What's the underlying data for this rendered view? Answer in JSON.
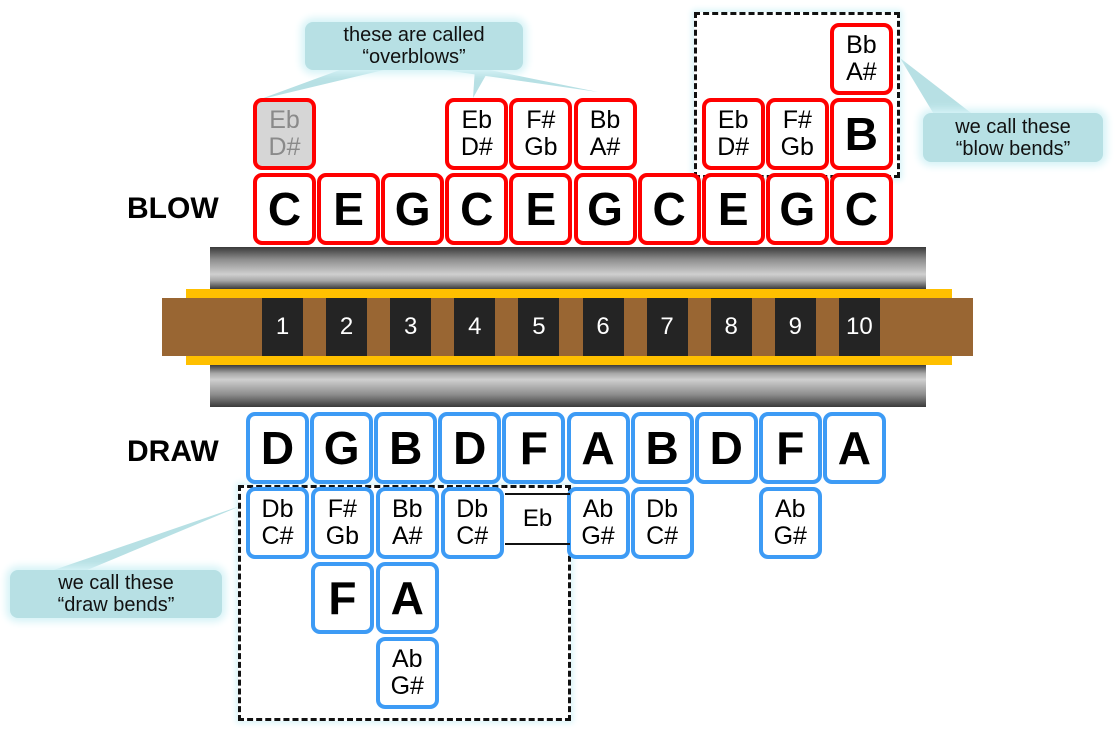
{
  "title": "Harmonica note layout (C diatonic)",
  "labels": {
    "blow": "BLOW",
    "draw": "DRAW"
  },
  "holes": [
    "1",
    "2",
    "3",
    "4",
    "5",
    "6",
    "7",
    "8",
    "9",
    "10"
  ],
  "blow": [
    "C",
    "E",
    "G",
    "C",
    "E",
    "G",
    "C",
    "E",
    "G",
    "C"
  ],
  "draw": [
    "D",
    "G",
    "B",
    "D",
    "F",
    "A",
    "B",
    "D",
    "F",
    "A"
  ],
  "overblows": [
    {
      "hole": 1,
      "text": "Eb\nD#",
      "greyed": true
    },
    {
      "hole": 4,
      "text": "Eb\nD#",
      "greyed": false
    },
    {
      "hole": 5,
      "text": "F#\nGb",
      "greyed": false
    },
    {
      "hole": 6,
      "text": "Bb\nA#",
      "greyed": false
    }
  ],
  "blow_bends": [
    {
      "hole": 8,
      "level": 1,
      "text": "Eb\nD#",
      "big": false
    },
    {
      "hole": 9,
      "level": 1,
      "text": "F#\nGb",
      "big": false
    },
    {
      "hole": 10,
      "level": 1,
      "text": "B",
      "big": true
    },
    {
      "hole": 10,
      "level": 2,
      "text": "Bb\nA#",
      "big": false
    }
  ],
  "draw_bends": [
    {
      "hole": 1,
      "level": 1,
      "text": "Db\nC#",
      "big": false
    },
    {
      "hole": 2,
      "level": 1,
      "text": "F#\nGb",
      "big": false
    },
    {
      "hole": 2,
      "level": 2,
      "text": "F",
      "big": true
    },
    {
      "hole": 3,
      "level": 1,
      "text": "Bb\nA#",
      "big": false
    },
    {
      "hole": 3,
      "level": 2,
      "text": "A",
      "big": true
    },
    {
      "hole": 3,
      "level": 3,
      "text": "Ab\nG#",
      "big": false
    },
    {
      "hole": 4,
      "level": 1,
      "text": "Db\nC#",
      "big": false
    }
  ],
  "overdraws": [
    {
      "hole": 6,
      "text": "Ab\nG#"
    },
    {
      "hole": 7,
      "text": "Db\nC#"
    },
    {
      "hole": 9,
      "text": "Ab\nG#"
    }
  ],
  "eb_label": "Eb",
  "callouts": {
    "overblows": "these are called\n“overblows”",
    "blow_bends": "we call these\n“blow bends”",
    "draw_bends": "we call these\n“draw bends”"
  },
  "colors": {
    "blow": "#ff0000",
    "draw": "#3d9bf5",
    "comb": "#996633",
    "frame": "#ffc000",
    "hole": "#242424",
    "callout": "#b7e0e4"
  }
}
